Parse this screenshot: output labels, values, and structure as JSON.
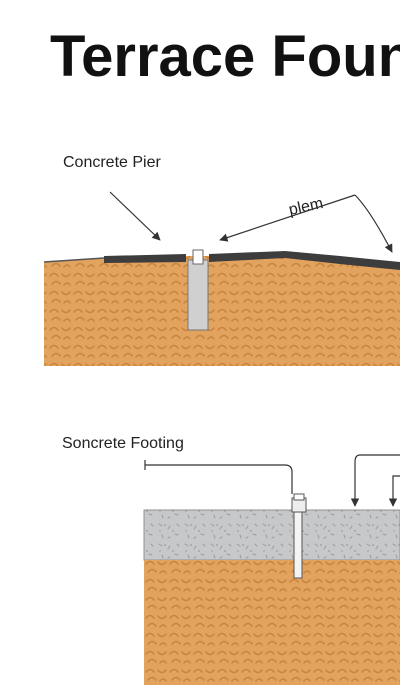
{
  "title": "Terrace Foun",
  "labels": {
    "concrete_pier": "Concrete Pier",
    "plem": "plem",
    "soncrete_footing": "Soncrete Footing"
  },
  "colors": {
    "soil": "#e2a35f",
    "soil_pattern": "#c9843d",
    "concrete_slab": "#c7c8ca",
    "concrete_speckle": "#9a9b9d",
    "paving": "#3d3d3d",
    "pier": "#d0d0d0",
    "line": "#333333",
    "text": "#222222"
  }
}
